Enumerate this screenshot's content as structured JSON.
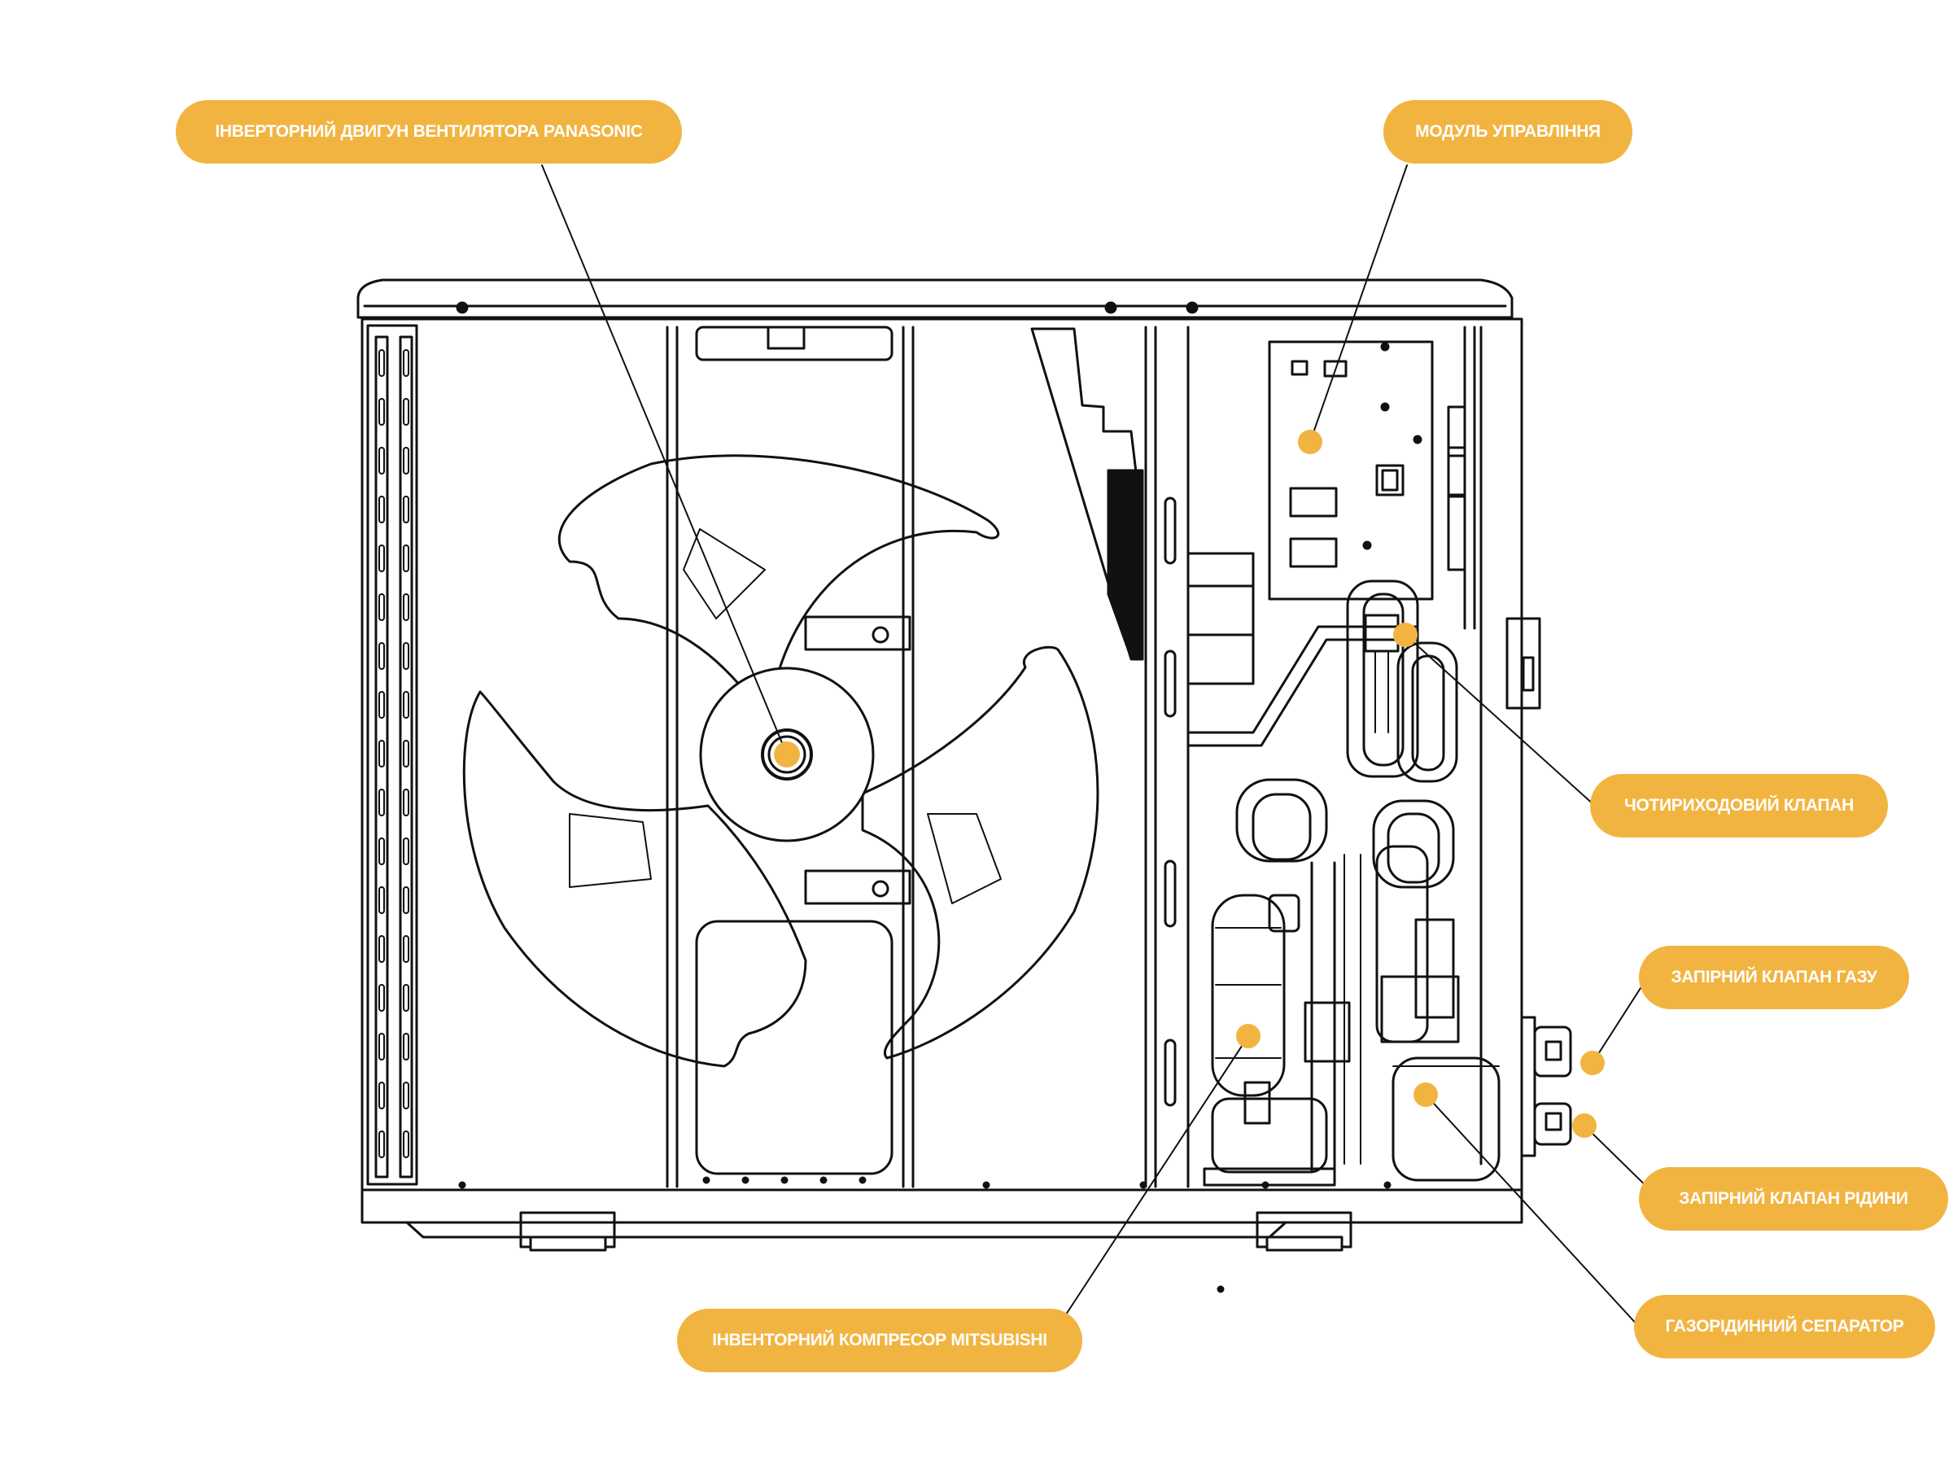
{
  "colors": {
    "accent": "#F2B441",
    "line": "#111111",
    "label_text": "#FFFFFF"
  },
  "callouts": {
    "fan_motor": "ІНВЕРТОРНИЙ ДВИГУН ВЕНТИЛЯТОРА PANASONIC",
    "control_module": "МОДУЛЬ УПРАВЛІННЯ",
    "four_way_valve": "ЧОТИРИХОДОВИЙ КЛАПАН",
    "gas_shutoff_valve": "ЗАПІРНИЙ КЛАПАН ГАЗУ",
    "liquid_shutoff_valve": "ЗАПІРНИЙ КЛАПАН РІДИНИ",
    "compressor": "ІНВЕНТОРНИЙ КОМПРЕСОР MITSUBISHI",
    "separator": "ГАЗОРІДИННИЙ СЕПАРАТОР"
  }
}
